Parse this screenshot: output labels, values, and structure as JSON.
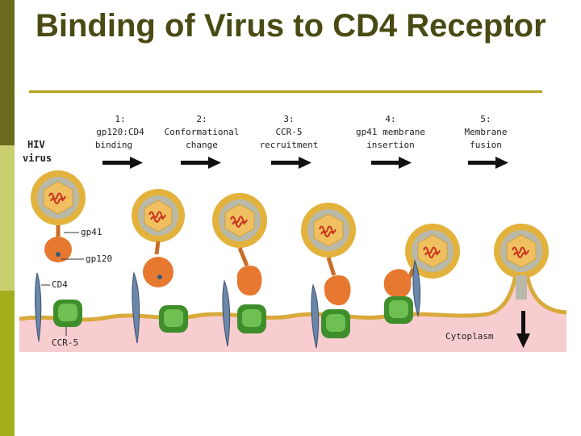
{
  "slide": {
    "title": "Binding of Virus to CD4 Receptor"
  },
  "diagram": {
    "virus_label": [
      "HIV",
      "virus"
    ],
    "steps": [
      {
        "number": "1:",
        "lines": [
          "gp120:CD4",
          "binding"
        ]
      },
      {
        "number": "2:",
        "lines": [
          "Conformational",
          "change"
        ]
      },
      {
        "number": "3:",
        "lines": [
          "CCR-5",
          "recruitment"
        ]
      },
      {
        "number": "4:",
        "lines": [
          "gp41 membrane",
          "insertion"
        ]
      },
      {
        "number": "5:",
        "lines": [
          "Membrane",
          "fusion"
        ]
      }
    ],
    "labels": {
      "gp41": "gp41",
      "gp120": "gp120",
      "cd4": "CD4",
      "ccr5": "CCR-5",
      "cytoplasm": "Cytoplasm"
    },
    "colors": {
      "virus_envelope": "#e3b23c",
      "virus_inner": "#b9b9a9",
      "capsid": "#f0c060",
      "rna": "#c8321e",
      "gp120": "#e67830",
      "gp41": "#c86e28",
      "cd4": "#6a86a8",
      "ccr5": "#3f8e2c",
      "membrane": "#d8aa3c",
      "cytoplasm": "#f8cdd0"
    }
  }
}
